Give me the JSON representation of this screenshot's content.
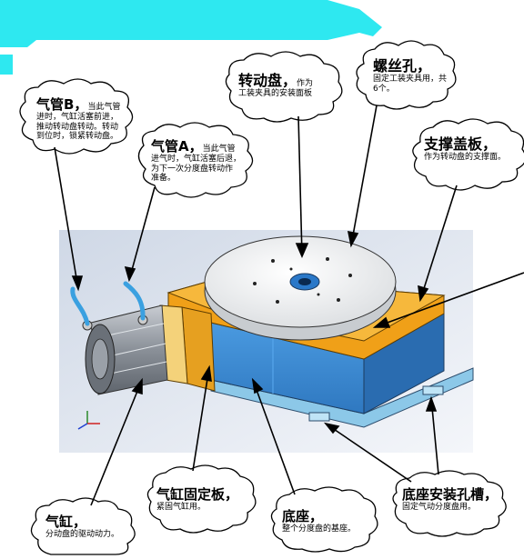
{
  "callouts": {
    "qiguan_b": {
      "title": "气管B，",
      "desc_l1": "当此气管",
      "desc_rest": [
        "进时，气缸活塞前进，",
        "推动转动盘转动。转动",
        "到位时，锁紧转动盘。"
      ]
    },
    "qiguan_a": {
      "title": "气管A，",
      "desc_l1": "当此气管",
      "desc_rest": [
        "进气时，气缸活塞后退，",
        "为下一次分度盘转动作",
        "准备。"
      ]
    },
    "zhuandongpan": {
      "title": "转动盘，",
      "desc_l1": "作为",
      "desc_rest": [
        "工装夹具的安装面板"
      ]
    },
    "luosikong": {
      "title": "螺丝孔，",
      "desc_rest": [
        "固定工装夹具用，共",
        "6个。"
      ]
    },
    "zhicheng": {
      "title": "支撑盖板，",
      "desc_rest": [
        "作为转动盘的支撑面。"
      ]
    },
    "qigang": {
      "title": "气缸，",
      "desc_rest": [
        "分动盘的驱动动力。"
      ]
    },
    "qigang_gudingban": {
      "title": "气缸固定板，",
      "desc_rest": [
        "紧固气缸用。"
      ]
    },
    "dizuo": {
      "title": "底座，",
      "desc_rest": [
        "整个分度盘的基座。"
      ]
    },
    "dizuo_kongcao": {
      "title": "底座安装孔槽，",
      "desc_rest": [
        "固定气动分度盘用。"
      ]
    }
  },
  "colors": {
    "base_blue": "#3f8fd6",
    "plate_orange": "#f0a018",
    "disc_white": "#f2f2f2",
    "cylinder_gray": "#9aa0a8",
    "tube_blue": "#3aa0e0",
    "banner_cyan": "#2ee8f0"
  }
}
